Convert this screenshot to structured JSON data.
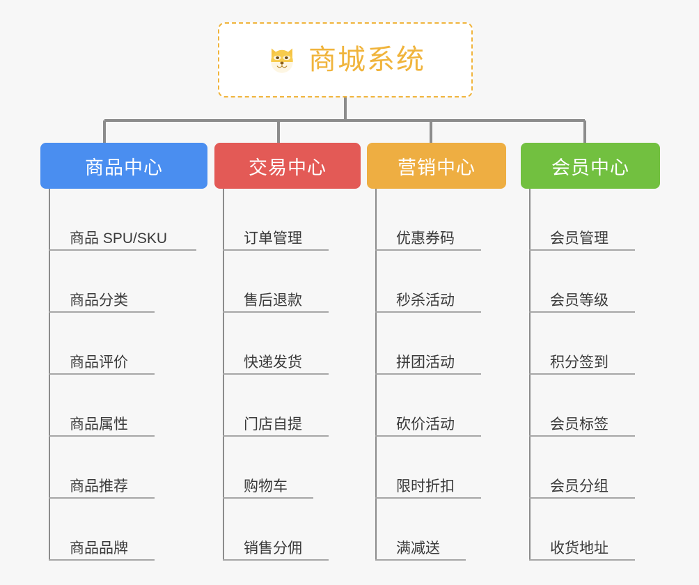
{
  "diagram": {
    "type": "mindmap",
    "background_color": "#f7f7f7",
    "connector_color": "#8c8c8c"
  },
  "root": {
    "title": "商城系统",
    "icon": "shiba-dog-face-emoji",
    "icon_glyph": "🐕",
    "border_color": "#f0b43c",
    "text_color": "#f0b43c",
    "background_color": "#ffffff"
  },
  "branches": [
    {
      "label": "商品中心",
      "color": "#4a8ef0",
      "items": [
        {
          "label": "商品 SPU/SKU"
        },
        {
          "label": "商品分类"
        },
        {
          "label": "商品评价"
        },
        {
          "label": "商品属性"
        },
        {
          "label": "商品推荐"
        },
        {
          "label": "商品品牌"
        }
      ]
    },
    {
      "label": "交易中心",
      "color": "#e35a56",
      "items": [
        {
          "label": "订单管理"
        },
        {
          "label": "售后退款"
        },
        {
          "label": "快递发货"
        },
        {
          "label": "门店自提"
        },
        {
          "label": "购物车"
        },
        {
          "label": "销售分佣"
        }
      ]
    },
    {
      "label": "营销中心",
      "color": "#eeae42",
      "items": [
        {
          "label": "优惠券码"
        },
        {
          "label": "秒杀活动"
        },
        {
          "label": "拼团活动"
        },
        {
          "label": "砍价活动"
        },
        {
          "label": "限时折扣"
        },
        {
          "label": "满减送"
        }
      ]
    },
    {
      "label": "会员中心",
      "color": "#72c040",
      "items": [
        {
          "label": "会员管理"
        },
        {
          "label": "会员等级"
        },
        {
          "label": "积分签到"
        },
        {
          "label": "会员标签"
        },
        {
          "label": "会员分组"
        },
        {
          "label": "收货地址"
        }
      ]
    }
  ]
}
